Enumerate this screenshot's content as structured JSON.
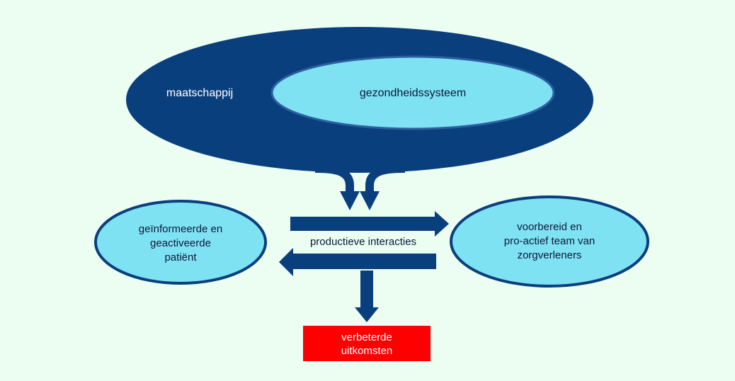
{
  "diagram": {
    "society_label": "maatschappij",
    "health_system_label": "gezondheidssysteem",
    "patient_label_lines": [
      "geïnformeerde en",
      "geactiveerde",
      "patiënt"
    ],
    "team_label_lines": [
      "voorbereid en",
      "pro-actief team van",
      "zorgverleners"
    ],
    "interaction_label": "productieve interacties",
    "outcome_label_lines": [
      "verbeterde",
      "uitkomsten"
    ]
  },
  "colors": {
    "background": "#ecfdf1",
    "dark_blue": "#0a3f7e",
    "light_blue": "#7fe2f3",
    "outcome_red": "#ff0000",
    "white_text": "#ffffff",
    "dark_text": "#0a1a3a"
  }
}
